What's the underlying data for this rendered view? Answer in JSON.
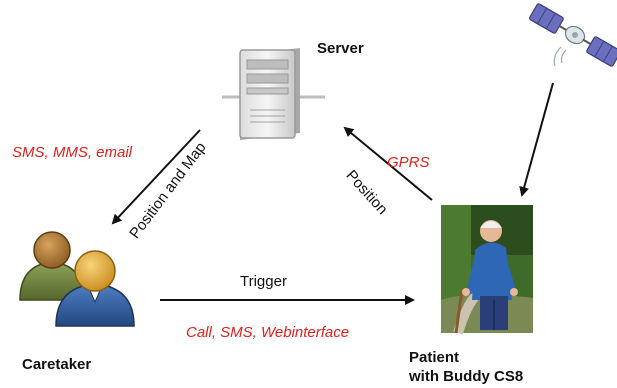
{
  "nodes": {
    "server": {
      "label": "Server"
    },
    "caretaker": {
      "label": "Caretaker"
    },
    "patient": {
      "label_line1": "Patient",
      "label_line2": "with Buddy CS8"
    }
  },
  "edges": {
    "server_to_caretaker": {
      "label": "Position and Map",
      "channel": "SMS, MMS, email"
    },
    "patient_to_server": {
      "label": "Position",
      "channel": "GPRS"
    },
    "caretaker_to_patient": {
      "label": "Trigger",
      "channel": "Call, SMS, Webinterface"
    }
  },
  "colors": {
    "channel_text": "#e0201b",
    "text": "#111111"
  },
  "icons": {
    "server": "server-icon",
    "satellite": "satellite-icon",
    "caretaker": "people-icon",
    "patient": "patient-photo"
  }
}
